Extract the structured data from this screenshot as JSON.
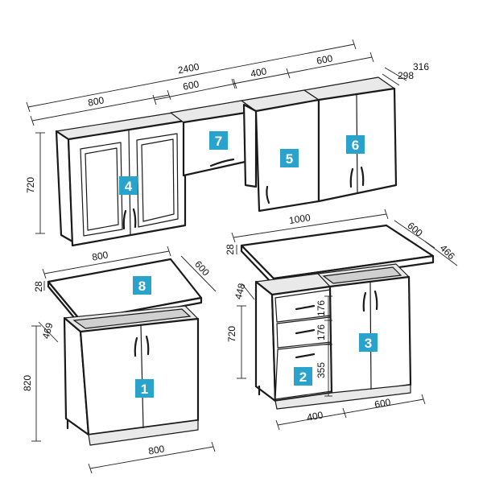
{
  "badge_color": "#29a3cc",
  "modules": [
    {
      "id": "1"
    },
    {
      "id": "2"
    },
    {
      "id": "3"
    },
    {
      "id": "4"
    },
    {
      "id": "5"
    },
    {
      "id": "6"
    },
    {
      "id": "7"
    },
    {
      "id": "8"
    }
  ],
  "dimensions": {
    "total_width": "2400",
    "upper_left_width": "800",
    "hood_width": "600",
    "upper_mid_width": "400",
    "upper_right_width": "600",
    "upper_depth_outer": "316",
    "upper_depth_inner": "298",
    "upper_height": "720",
    "counter_small_width": "800",
    "counter_small_depth": "600",
    "counter_thickness_small": "28",
    "base_left_depth": "469",
    "base_left_height": "820",
    "base_left_width": "800",
    "counter_large_width": "1000",
    "counter_large_depth": "600",
    "counter_large_side": "466",
    "counter_thickness_large": "28",
    "base_right_depth": "448",
    "base_right_height": "720",
    "drawer_top": "176",
    "drawer_mid": "176",
    "drawer_bottom": "355",
    "base_drawer_width": "400",
    "base_door_width": "600"
  }
}
